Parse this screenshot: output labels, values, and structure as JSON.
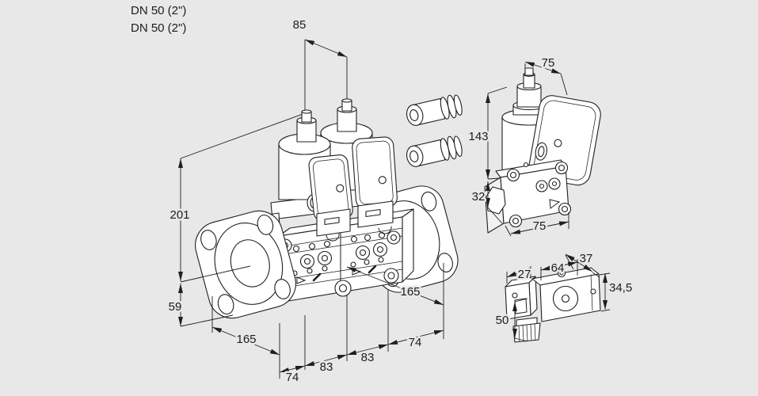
{
  "background": "#e8e8e8",
  "drawing": {
    "line_color": "#1f1f1f",
    "fill_color": "#ffffff",
    "text_color": "#1c1c22"
  },
  "part_labels": {
    "flange_connection_1": "DN 50 (2\")",
    "flange_connection_2": "DN 50 (2\")"
  },
  "main_view": {
    "description": "double-solenoid-valve-isometric-drawing",
    "dims": {
      "actuator_spacing": "85",
      "overall_height": "201",
      "center_height": "59",
      "flange_size_left": "165",
      "end_width_left": "74",
      "module_width_left": "83",
      "module_width_right": "83",
      "end_width_right": "74",
      "flange_size_right": "165"
    }
  },
  "side_view": {
    "description": "single-valve-isometric-drawing",
    "dims": {
      "top_width": "75",
      "height": "143",
      "body_height": "32",
      "body_width": "75"
    }
  },
  "detail_view": {
    "description": "solenoid-actuator-detail-drawing",
    "dims": {
      "connector_width": "27",
      "body_length": "64",
      "body_depth": "37",
      "body_height": "34,5",
      "overall_height": "50"
    }
  }
}
